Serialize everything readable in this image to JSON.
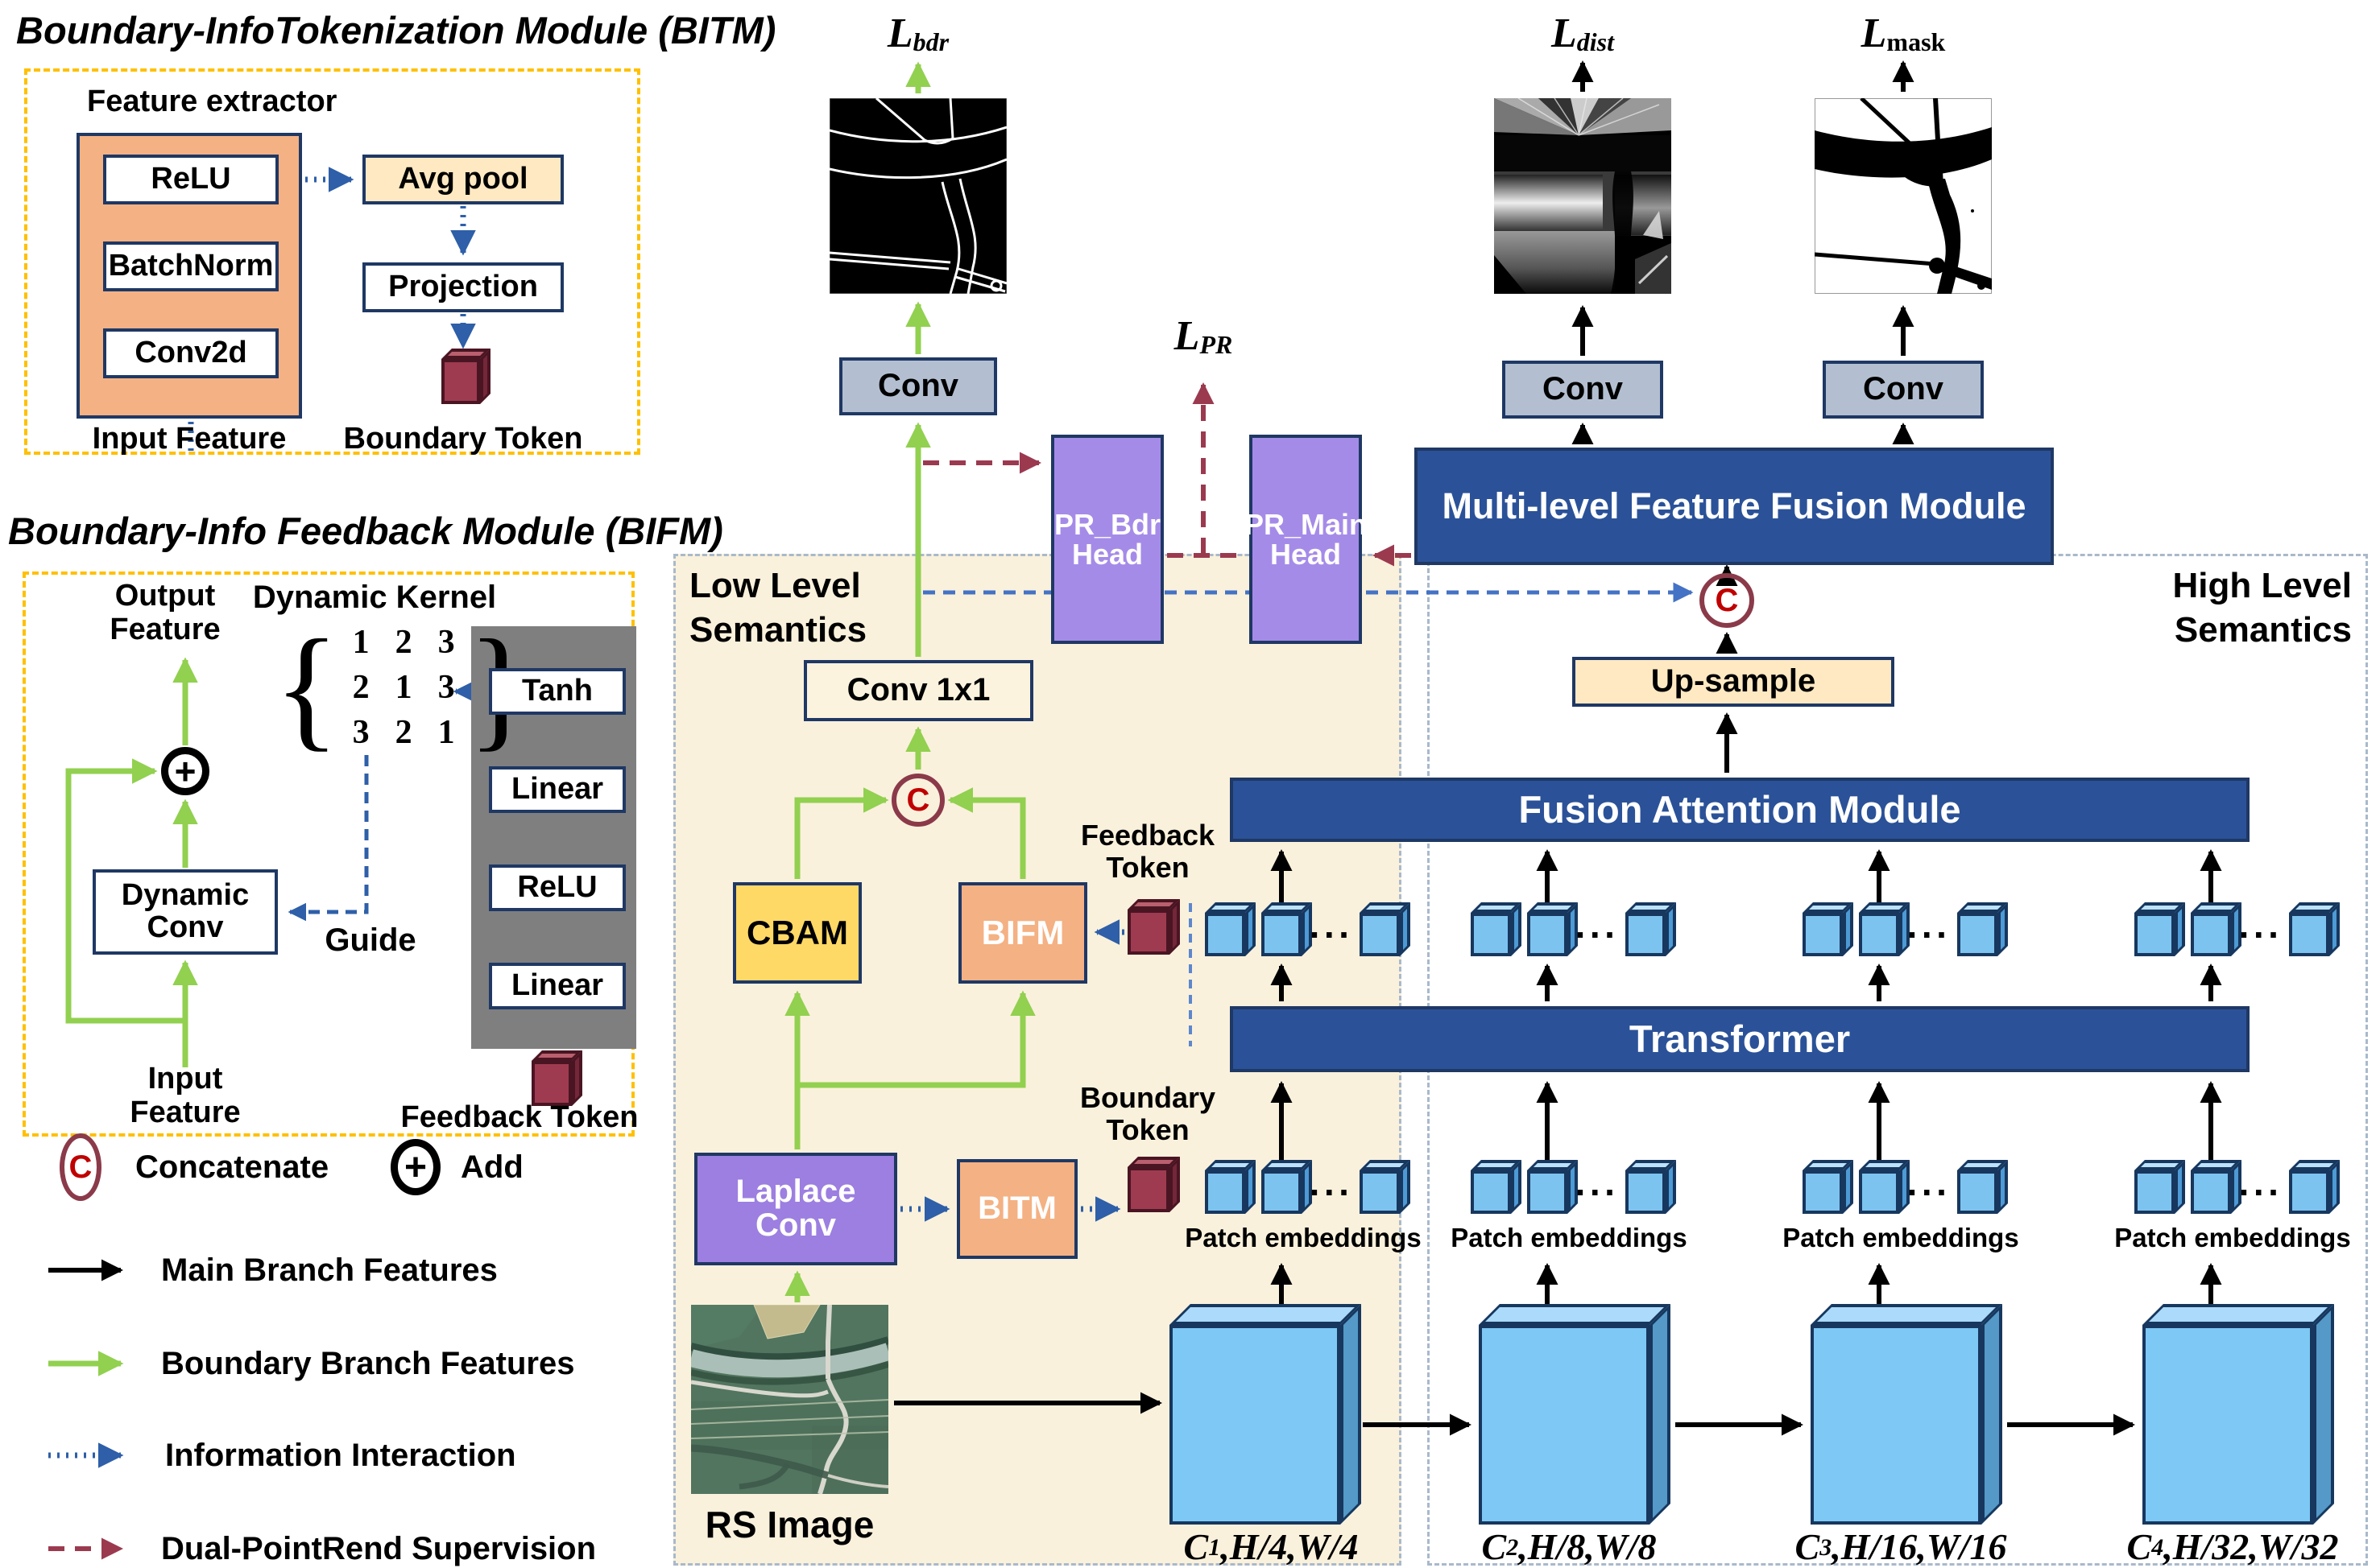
{
  "bitm_module": {
    "title": "Boundary-InfoTokenization Module (BITM)",
    "feature_extractor_label": "Feature extractor",
    "relu": "ReLU",
    "batchnorm": "BatchNorm",
    "conv2d": "Conv2d",
    "avg_pool": "Avg pool",
    "projection": "Projection",
    "input_label": "Input Feature",
    "token_label": "Boundary Token"
  },
  "bifm_module": {
    "title": "Boundary-Info Feedback Module (BIFM)",
    "output_line1": "Output",
    "output_line2": "Feature",
    "dynamic_kernel_label": "Dynamic Kernel",
    "matrix": {
      "brace_left": "{",
      "brace_right": "}",
      "rows": [
        [
          "1",
          "2",
          "3"
        ],
        [
          "2",
          "1",
          "3"
        ],
        [
          "3",
          "2",
          "1"
        ]
      ]
    },
    "tanh": "Tanh",
    "linear_top": "Linear",
    "relu": "ReLU",
    "linear_bottom": "Linear",
    "dynamic_conv_line1": "Dynamic",
    "dynamic_conv_line2": "Conv",
    "guide_label": "Guide",
    "input_line1": "Input",
    "input_line2": "Feature",
    "feedback_token_label": "Feedback Token",
    "add_symbol": "+"
  },
  "legend": {
    "concatenate": {
      "symbol": "C",
      "label": "Concatenate"
    },
    "add": {
      "symbol": "+",
      "label": "Add"
    },
    "main_branch": "Main Branch Features",
    "boundary_branch": "Boundary Branch Features",
    "information_interaction": "Information Interaction",
    "dual_pointrend": "Dual-PointRend Supervision"
  },
  "losses": {
    "bdr": {
      "base": "L",
      "sub": "bdr"
    },
    "pr": {
      "base": "L",
      "sub": "PR"
    },
    "dist": {
      "base": "L",
      "sub": "dist"
    },
    "mask": {
      "base": "L",
      "sub": "mask"
    }
  },
  "panels": {
    "low": {
      "line1": "Low Level",
      "line2": "Semantics"
    },
    "high": {
      "line1": "High Level",
      "line2": "Semantics"
    }
  },
  "boundary_branch": {
    "conv": "Conv",
    "conv1x1": "Conv 1x1",
    "concat_symbol": "C",
    "cbam": "CBAM",
    "bifm": "BIFM",
    "laplace_line1": "Laplace",
    "laplace_line2": "Conv",
    "bitm": "BITM",
    "feedback_line1": "Feedback",
    "feedback_line2": "Token",
    "boundary_line1": "Boundary",
    "boundary_line2": "Token"
  },
  "heads": {
    "pr_bdr_line1": "PR_Bdr",
    "pr_bdr_line2": "Head",
    "pr_main_line1": "PR_Main",
    "pr_main_line2": "Head"
  },
  "fusion": {
    "mffm": "Multi-level Feature Fusion Module",
    "fam": "Fusion Attention Module",
    "transformer": "Transformer",
    "upsample": "Up-sample",
    "conv_dist": "Conv",
    "conv_mask": "Conv",
    "concat_symbol": "C"
  },
  "backbone": {
    "rs_image_label": "RS Image",
    "patch_embeddings_label": "Patch embeddings",
    "dots": "···",
    "stages": [
      {
        "base": "C",
        "sub": "1",
        "rest": ",H/4,W/4"
      },
      {
        "base": "C",
        "sub": "2",
        "rest": ",H/8,W/8"
      },
      {
        "base": "C",
        "sub": "3",
        "rest": ",H/16,W/16"
      },
      {
        "base": "C",
        "sub": "4",
        "rest": ",H/32,W/32"
      }
    ]
  },
  "colors": {
    "bar_blue": "#2B5298",
    "navy_border": "#1F3864",
    "green_arrow": "#92D050",
    "blue_interaction": "#2E5FA8",
    "light_blue_dash": "#4472C4",
    "dark_red_supervision": "#9B3A4F",
    "gold_dash": "#FFC000",
    "orange_box": "#F4B183",
    "yellow_box": "#FFD966",
    "purple_box": "#9C7FE0",
    "wheat_box": "#FFE9C2",
    "gray_box": "#B3BFD1",
    "token_blue": "#7DC3F0",
    "token_red": "#9E3B50",
    "low_panel_bg": "#FAF1DC"
  }
}
